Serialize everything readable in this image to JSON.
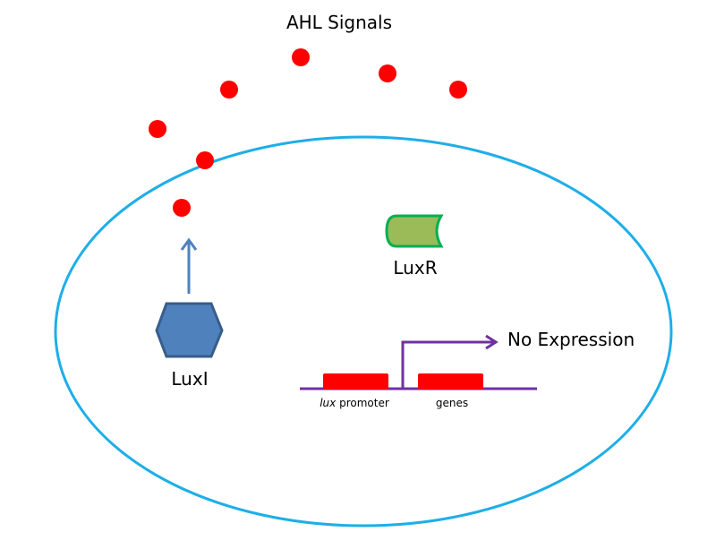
{
  "title": "AHL Signals",
  "labels": {
    "luxi": "LuxI",
    "luxr": "LuxR",
    "expression": "No Expression",
    "promoter_italic": "lux",
    "promoter_rest": " promoter",
    "genes": "genes"
  },
  "colors": {
    "cell_membrane": "#1eaee8",
    "ahl_signal": "#ff0000",
    "luxi_fill": "#4f81bd",
    "luxi_stroke": "#385d8a",
    "luxr_fill": "#9bbb59",
    "luxr_stroke": "#00b050",
    "dna": "#7030a0",
    "gene_box": "#ff0000",
    "arrow_blue": "#4f81bd"
  },
  "ahl_signal_count": 7
}
